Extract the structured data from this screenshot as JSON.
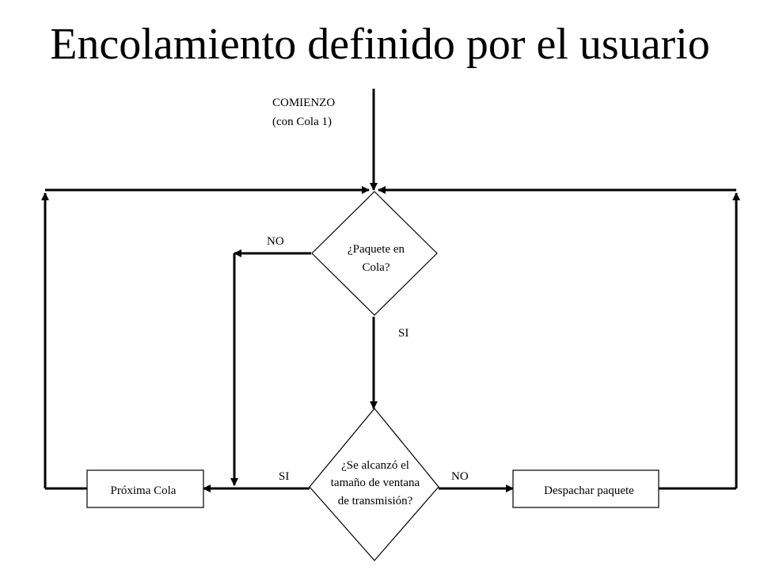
{
  "title": "Encolamiento definido por el usuario",
  "start": {
    "line1": "COMIENZO",
    "line2": "(con Cola 1)"
  },
  "decision1": {
    "line1": "¿Paquete en",
    "line2": "Cola?"
  },
  "decision2": {
    "line1": "¿Se alcanzó el",
    "line2": "tamaño de ventana",
    "line3": "de transmisión?"
  },
  "box_left": "Próxima Cola",
  "box_right": "Despachar paquete",
  "edges": {
    "d1_no": "NO",
    "d1_si": "SI",
    "d2_si": "SI",
    "d2_no": "NO"
  }
}
